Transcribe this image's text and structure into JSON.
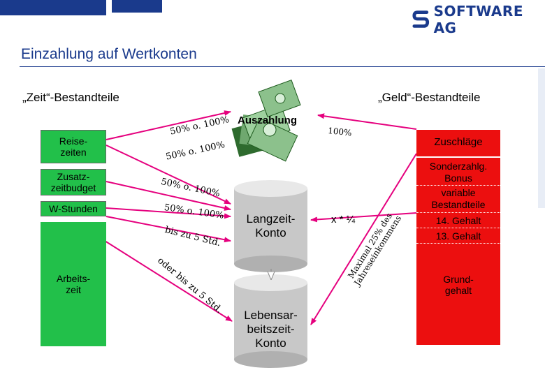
{
  "brand": {
    "logo_text": "SOFTWARE AG",
    "color": "#1a3a8c"
  },
  "title": "Einzahlung auf Wertkonten",
  "left_heading": "„Zeit“-Bestandteile",
  "right_heading": "„Geld“-Bestandteile",
  "left_items": {
    "reise": "Reise-\nzeiten",
    "zusatz": "Zusatz-\nzeitbudget",
    "wstunden": "W-Stunden",
    "arbeit": "Arbeits-\nzeit"
  },
  "arrow_labels": {
    "a1": "50% o. 100%",
    "a2": "50% o. 100%",
    "a3": "50% o. 100%",
    "a4": "50% o. 100%",
    "a5": "bis zu 5 Std.",
    "a6": "oder bis zu 5 Std.",
    "money_100": "100%",
    "x_quarter": "x * ¼",
    "max": "Maximal 25% des Jahreseinkommens"
  },
  "auszahlung": "Auszahlung",
  "accounts": {
    "langzeit": "Langzeit-\nKonto",
    "lebensarbeit": "Lebensar-\nbeitszeit-\nKonto"
  },
  "right_items": {
    "zuschlaege": "Zuschläge",
    "sonderzahlg": "Sonderzahlg.",
    "bonus": "Bonus",
    "variable": "variable",
    "bestandteile": "Bestandteile",
    "gehalt14": "14. Gehalt",
    "gehalt13": "13. Gehalt",
    "grundgehalt": "Grund-\ngehalt"
  },
  "colors": {
    "green": "#22c04a",
    "red": "#ec0f0f",
    "navy": "#1a3a8c"
  }
}
